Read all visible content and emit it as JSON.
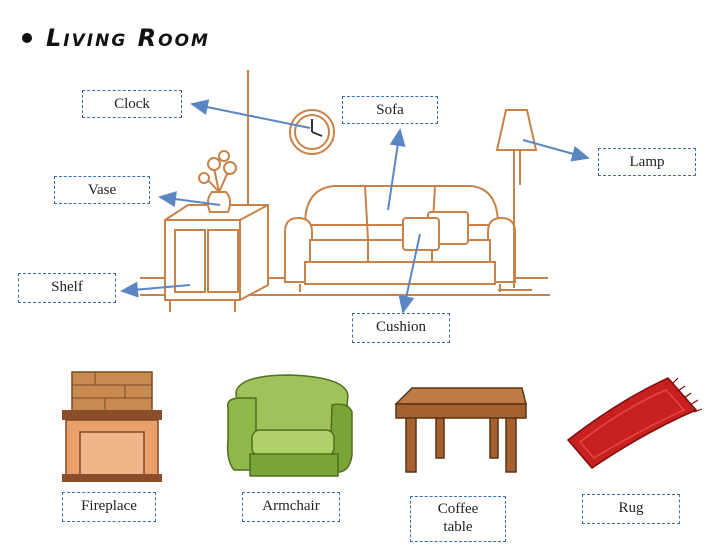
{
  "title": "Living Room",
  "labels": {
    "clock": "Clock",
    "sofa": "Sofa",
    "lamp": "Lamp",
    "vase": "Vase",
    "shelf": "Shelf",
    "cushion": "Cushion",
    "fireplace": "Fireplace",
    "armchair": "Armchair",
    "coffee_table": "Coffee table",
    "rug": "Rug"
  },
  "colors": {
    "line_art": "#c8834a",
    "arrow": "#5b86c4",
    "label_border": "#3b6fb0",
    "armchair": "#8fb84a",
    "rug": "#c8201f",
    "fireplace_stone": "#c98a52",
    "table_wood": "#a5612f"
  }
}
